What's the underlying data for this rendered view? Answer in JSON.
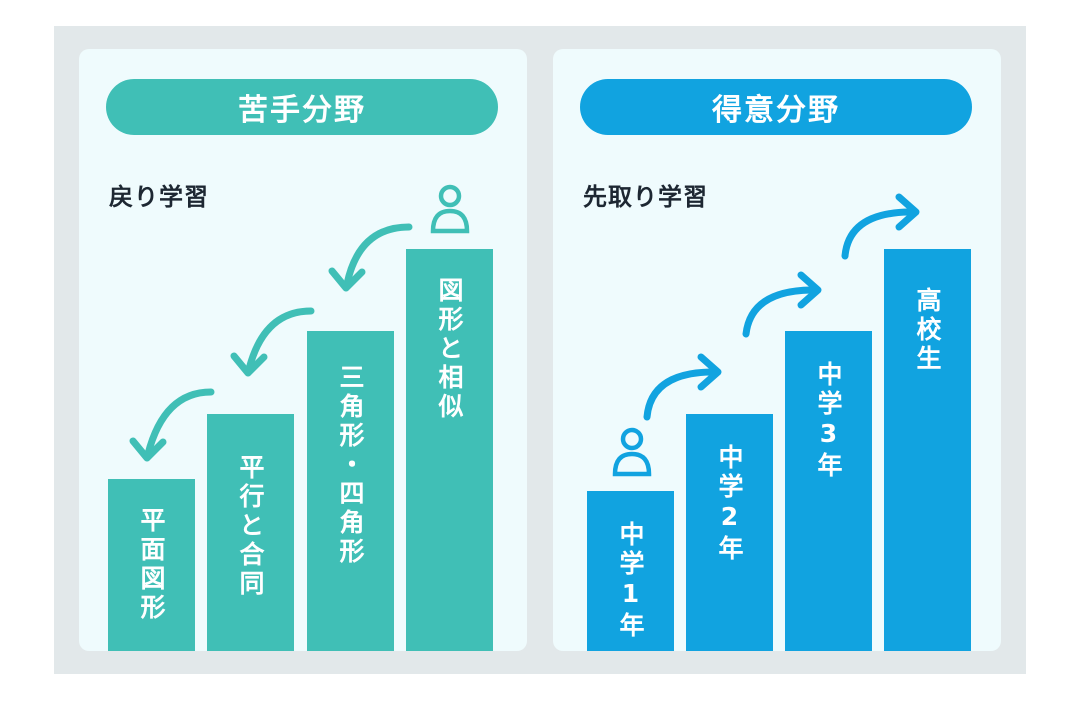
{
  "left_panel": {
    "title": "苦手分野",
    "subtitle": "戻り学習",
    "steps": [
      "平面図形",
      "平行と合同",
      "三角形・四角形",
      "図形と相似"
    ],
    "color": "#40bfb6",
    "person_icon": "person-icon",
    "arrow_direction": "down-left"
  },
  "right_panel": {
    "title": "得意分野",
    "subtitle": "先取り学習",
    "steps": [
      "中学1年",
      "中学2年",
      "中学3年",
      "高校生"
    ],
    "color": "#11a3e0",
    "person_icon": "person-icon",
    "arrow_direction": "up-right"
  },
  "background_color": "#e2e8ea",
  "panel_color": "#effbfd"
}
